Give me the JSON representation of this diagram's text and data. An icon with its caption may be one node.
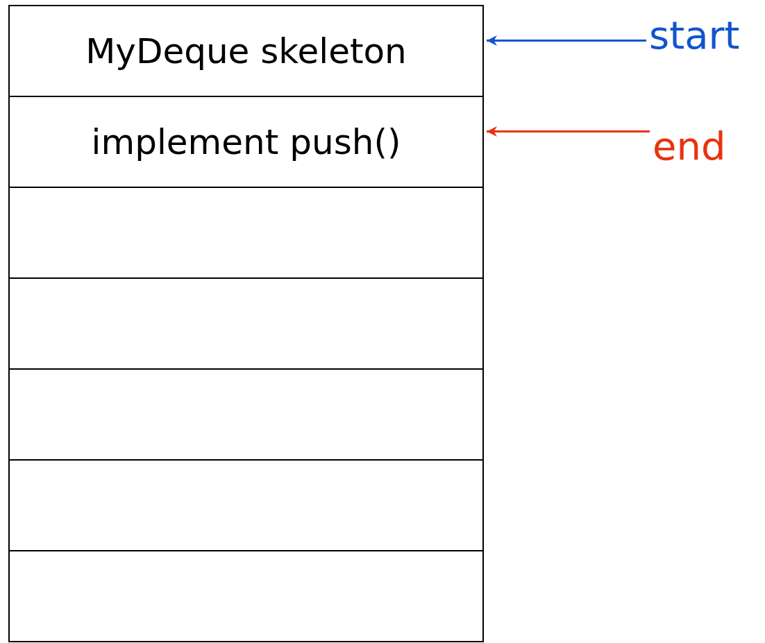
{
  "diagram": {
    "nodes": [
      {
        "text": [
          "MyDeque skeleton"
        ]
      },
      {
        "text": [
          "implement push()"
        ]
      },
      {
        "text": [],
        "shape": "box"
      },
      {
        "text": [],
        "shape": "box"
      },
      {
        "text": [],
        "shape": "box"
      },
      {
        "text": [],
        "shape": "box"
      },
      {
        "text": [],
        "shape": "box"
      },
      {
        "text": [
          "start"
        ]
      },
      {
        "text": [
          "end"
        ]
      }
    ],
    "edges": [
      {
        "from": 7,
        "to": 0,
        "arrow": "to",
        "color": "#1155cc"
      },
      {
        "from": 8,
        "to": 1,
        "arrow": "to",
        "color": "#e8330f"
      }
    ]
  }
}
